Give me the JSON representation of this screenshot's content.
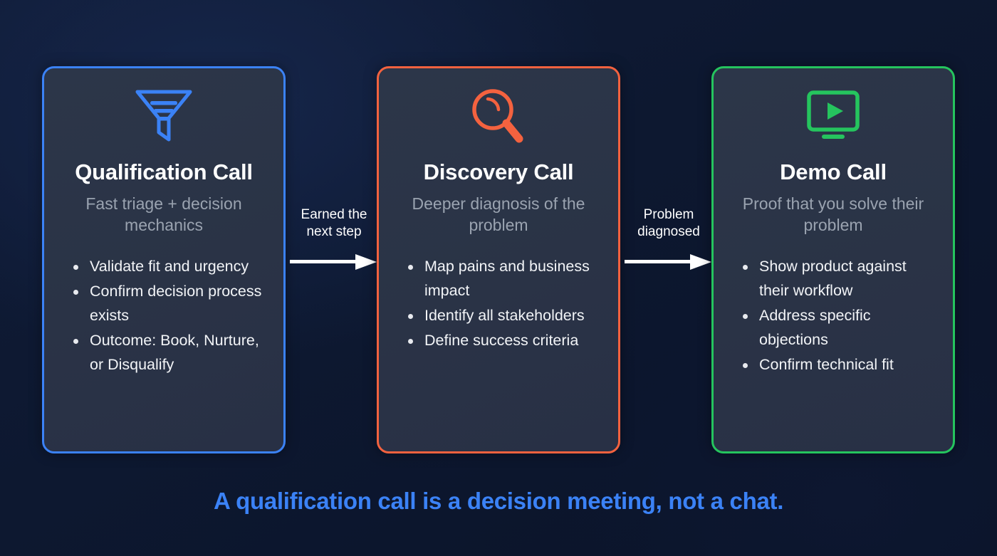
{
  "background_color": "#0e1a33",
  "cards": [
    {
      "id": "qualification-call",
      "icon": "funnel-icon",
      "accent_color": "#3b82f6",
      "title": "Qualification Call",
      "subtitle": "Fast triage + decision mechanics",
      "bullets": [
        "Validate fit and urgency",
        "Confirm decision process exists",
        "Outcome: Book, Nurture, or Disqualify"
      ]
    },
    {
      "id": "discovery-call",
      "icon": "magnifier-icon",
      "accent_color": "#f4623f",
      "title": "Discovery Call",
      "subtitle": "Deeper diagnosis of the problem",
      "bullets": [
        "Map pains and business impact",
        "Identify all stakeholders",
        "Define success criteria"
      ]
    },
    {
      "id": "demo-call",
      "icon": "monitor-play-icon",
      "accent_color": "#25c45e",
      "title": "Demo Call",
      "subtitle": "Proof that you solve their problem",
      "bullets": [
        "Show product against their workflow",
        "Address specific objections",
        "Confirm technical fit"
      ]
    }
  ],
  "connectors": [
    {
      "id": "connector-earned",
      "label": "Earned the\nnext step",
      "color": "#ffffff"
    },
    {
      "id": "connector-problem",
      "label": "Problem\ndiagnosed",
      "color": "#ffffff"
    }
  ],
  "tagline": {
    "text": "A qualification call is a decision meeting, not a chat.",
    "color": "#3b82f6"
  }
}
